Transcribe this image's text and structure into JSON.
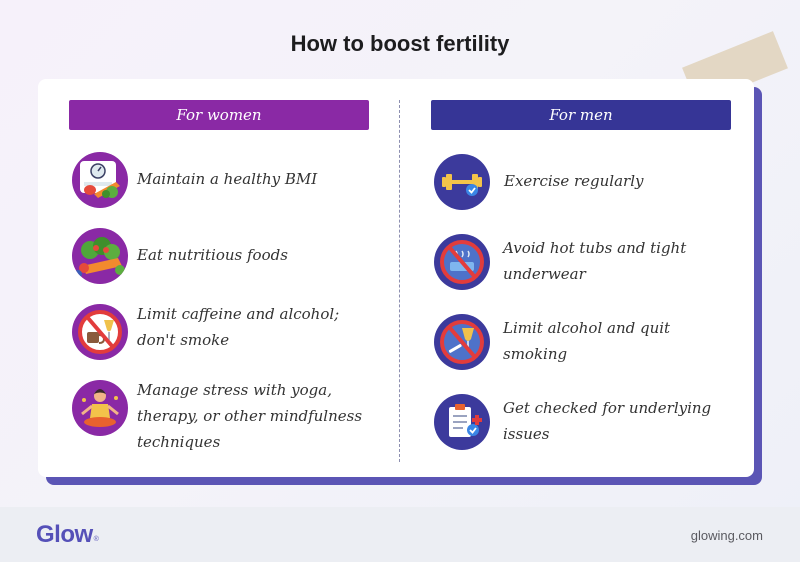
{
  "title": "How to boost fertility",
  "women": {
    "header": "For women",
    "items": [
      {
        "text": "Maintain a healthy BMI",
        "icon": "scale-vegetables-icon"
      },
      {
        "text": "Eat nutritious foods",
        "icon": "vegetables-icon"
      },
      {
        "text": "Limit caffeine and alcohol; don't smoke",
        "icon": "no-coffee-alcohol-smoking-icon"
      },
      {
        "text": "Manage stress with yoga, therapy, or other mindfulness techniques",
        "icon": "meditation-icon"
      }
    ]
  },
  "men": {
    "header": "For men",
    "items": [
      {
        "text": "Exercise regularly",
        "icon": "dumbbell-icon"
      },
      {
        "text": "Avoid hot tubs and tight underwear",
        "icon": "no-hot-tub-icon"
      },
      {
        "text": "Limit alcohol and quit smoking",
        "icon": "no-alcohol-smoking-icon"
      },
      {
        "text": "Get checked for underlying issues",
        "icon": "medical-checklist-icon"
      }
    ]
  },
  "footer": {
    "logo": "Glow",
    "logo_mark": "®",
    "site": "glowing.com"
  },
  "colors": {
    "women_accent": "#8a29a5",
    "men_accent": "#363596",
    "card_shadow": "#5b55b5",
    "logo": "#5550b8"
  }
}
